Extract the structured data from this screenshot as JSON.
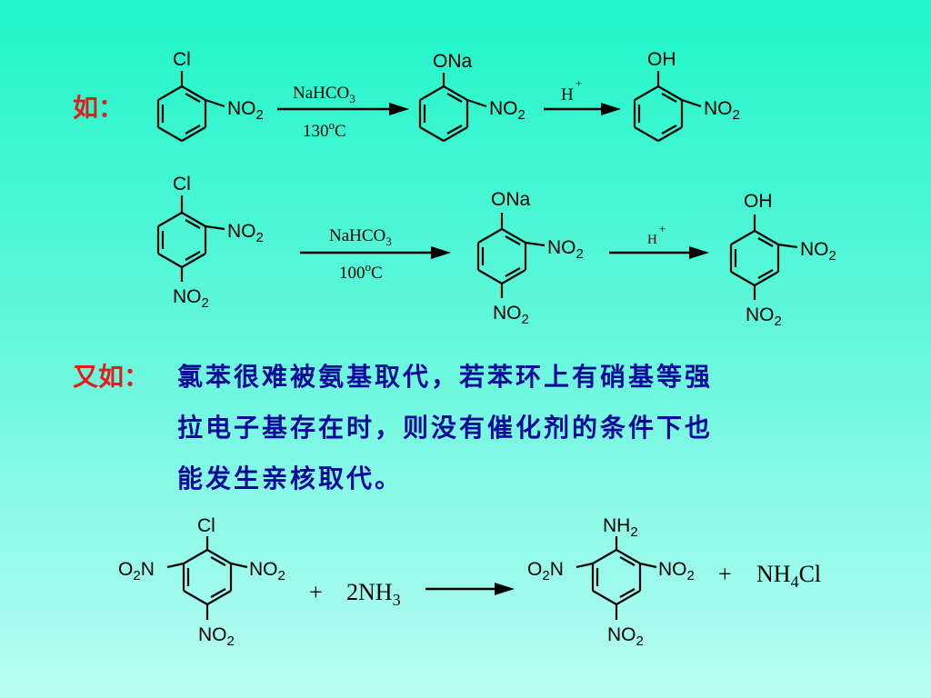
{
  "labels": {
    "example1": "如：",
    "example2": "又如：",
    "desc_line1": "氯苯很难被氨基取代，若苯环上有硝基等强",
    "desc_line2": "拉电子基存在时，则没有催化剂的条件下也",
    "desc_line3": "能发生亲核取代。"
  },
  "groups": {
    "cl": "Cl",
    "ona": "ONa",
    "oh": "OH",
    "no": "NO",
    "o2n_o": "O",
    "o2n_n": "N",
    "nh": "NH",
    "sub2": "2"
  },
  "reaction1": {
    "reagent": "NaHCO",
    "reagent_sub": "3",
    "temp": "130",
    "temp_sup": "o",
    "temp_unit": "C",
    "acid": "H",
    "acid_sup": "+"
  },
  "reaction2": {
    "reagent": "NaHCO",
    "reagent_sub": "3",
    "temp": "100",
    "temp_sup": "o",
    "temp_unit": "C",
    "acid": "H",
    "acid_sup": "+"
  },
  "reaction3": {
    "plus": "+",
    "reagent": "2NH",
    "reagent_sub": "3",
    "product_plus": "+",
    "byproduct": "NH",
    "byproduct_sub": "4",
    "byproduct_tail": "Cl"
  },
  "colors": {
    "label_red": "#e41c1c",
    "text_blue": "#0a0a9a",
    "structure": "#000000"
  }
}
